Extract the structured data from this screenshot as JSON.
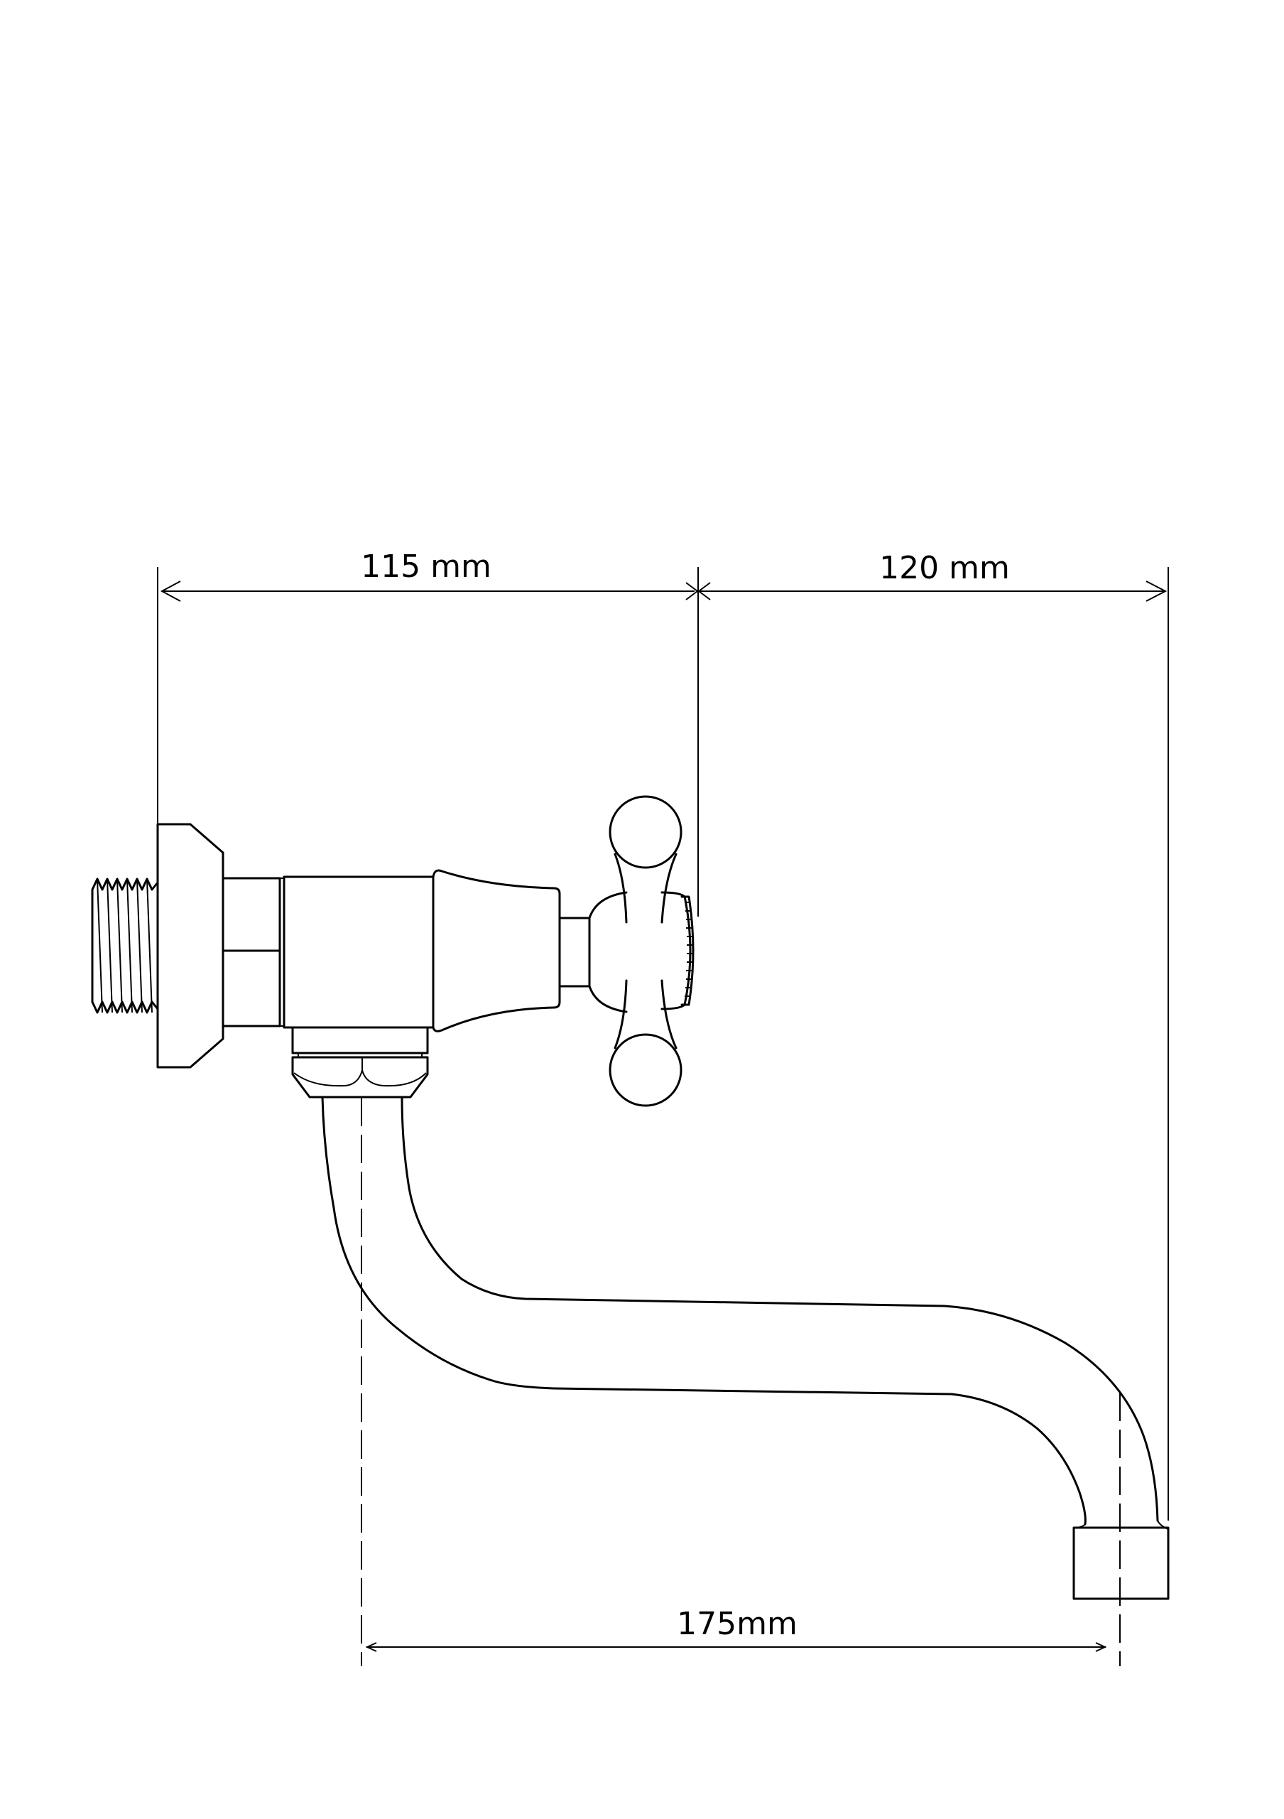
{
  "dimensions": {
    "wall_to_handle": "115 mm",
    "handle_to_spout_end": "120 mm",
    "spout_reach": "175mm"
  },
  "colors": {
    "line": "#000000",
    "background": "#ffffff"
  }
}
